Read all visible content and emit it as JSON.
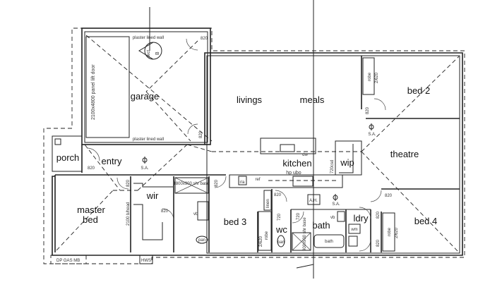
{
  "rooms": {
    "garage": "garage",
    "livings": "livings",
    "meals": "meals",
    "bed2": "bed 2",
    "theatre": "theatre",
    "kitchen": "kitchen",
    "wip": "wip",
    "entry": "entry",
    "porch": "porch",
    "master1": "master",
    "master2": "bed",
    "wir": "wir",
    "bed3": "bed 3",
    "wc": "wc",
    "bath": "bath",
    "ldry": "ldry",
    "bed4": "bed 4"
  },
  "notes": {
    "plaster_top": "plaster lined wall",
    "plaster_bottom": "plaster lined wall",
    "garage_door": "2100x4800 panel lift door",
    "sect": "sect",
    "sect_letter": "B",
    "sa": "S.A.",
    "dw": "dw",
    "hp_ubo": "hp ubo",
    "ref": "ref",
    "ra": "r/a",
    "csd": "720csd",
    "ah": "A.H.",
    "linen": "linen",
    "bhead": "2100 b/head",
    "shr_base": "1800x900 shr base",
    "vb": "vb",
    "pan": "pan",
    "robe": "robe",
    "door_820": "820",
    "door_720": "720",
    "robe_door": "2/620",
    "shr_base_bath": "900x900 shr base",
    "bath_tub": "bath",
    "wm": "wm",
    "dp_gas_mb": "DP GAS  MB",
    "hws": "HWS"
  }
}
